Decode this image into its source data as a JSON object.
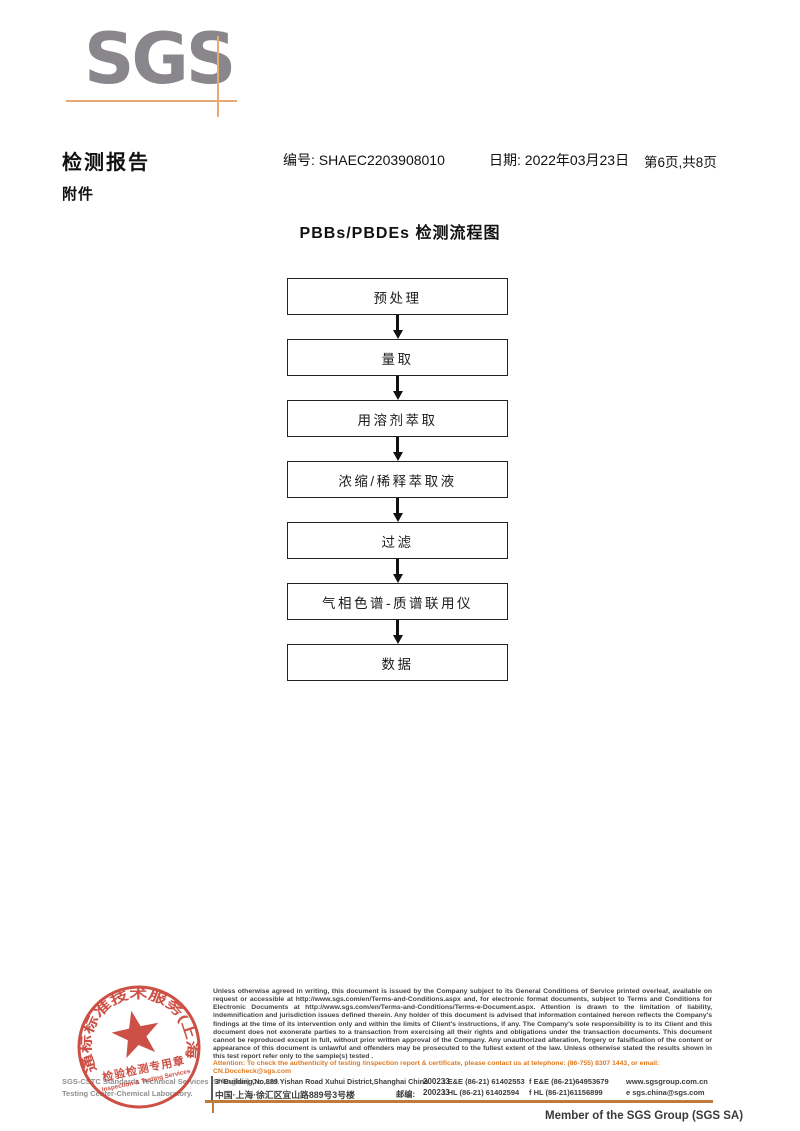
{
  "logo": {
    "text": "SGS"
  },
  "header": {
    "title": "检测报告",
    "no_label": "编号:",
    "no_value": "SHAEC2203908010",
    "date_label": "日期:",
    "date_value": "2022年03月23日",
    "page_info": "第6页,共8页",
    "attachment": "附件"
  },
  "flowchart": {
    "title": "PBBs/PBDEs 检测流程图",
    "steps": [
      "预处理",
      "量取",
      "用溶剂萃取",
      "浓缩/稀释萃取液",
      "过滤",
      "气相色谱-质谱联用仪",
      "数据"
    ]
  },
  "stamp": {
    "arc_text": "通标标准技术服务(上海)有限公司",
    "title": "检验检测专用章",
    "subtitle": "Inspection & Testing Services"
  },
  "footer": {
    "company_line1": "SGS-CSTC Standards Technical Services (Shanghai) Co.,Ltd.",
    "company_line2": "Testing Center-Chemical Laboratory.",
    "legal": "Unless otherwise agreed in writing, this document is issued by the Company subject to its General Conditions of Service printed overleaf, available on request or accessible at http://www.sgs.com/en/Terms-and-Conditions.aspx and, for electronic format documents, subject to Terms and Conditions for Electronic Documents at http://www.sgs.com/en/Terms-and-Conditions/Terms-e-Document.aspx. Attention is drawn to the limitation of liability, indemnification and jurisdiction issues defined therein. Any holder of this document is advised that information contained hereon reflects the Company's findings at the time of its intervention only and within the limits of Client's instructions, if any. The Company's sole responsibility is to its Client and this document does not exonerate parties to a transaction from exercising all their rights and obligations under the transaction documents. This document cannot be reproduced except in full, without prior written approval of the Company. Any unauthorized alteration, forgery or falsification of the content or appearance of this document is unlawful and offenders may be prosecuted to the fullest extent of the law. Unless otherwise stated the results shown in this test report refer only to the sample(s) tested .",
    "attention": "Attention: To check the authenticity of testing /inspection report & certificate, please contact us at telephone: (86-755) 8307 1443, or email: CN.Doccheck@sgs.com",
    "address_en": "3ʳᵈBuilding,No.889 Yishan Road Xuhui District,Shanghai China",
    "postcode_en": "200233",
    "tel1": "t E&E (86-21) 61402553",
    "fax1": "f E&E (86-21)64953679",
    "website": "www.sgsgroup.com.cn",
    "address_cn": "中国·上海·徐汇区宜山路889号3号楼",
    "postcode_cn_label": "邮编:",
    "postcode_cn": "200233",
    "tel2": "t HL (86-21) 61402594",
    "fax2": "f HL (86-21)61156899",
    "email": "e  sgs.china@sgs.com",
    "member": "Member of the SGS Group (SGS SA)"
  },
  "colors": {
    "stamp_red": "#c6382c",
    "accent_orange": "#bf7a3e",
    "logo_gray": "#8a878c"
  }
}
